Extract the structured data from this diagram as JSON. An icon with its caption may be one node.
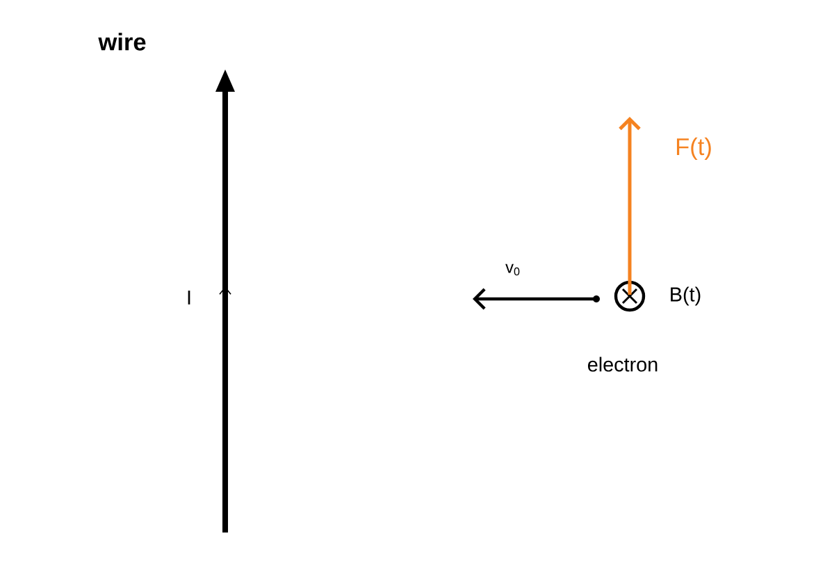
{
  "diagram": {
    "nodes": [
      {
        "text": [],
        "shape": "bar",
        "beside": [
          "wire"
        ]
      },
      {
        "text": [],
        "shape": "circle",
        "beside": [
          "B(t)",
          "electron"
        ]
      }
    ],
    "labels": [
      "I",
      "v$_{0}$",
      "F(t)"
    ]
  }
}
